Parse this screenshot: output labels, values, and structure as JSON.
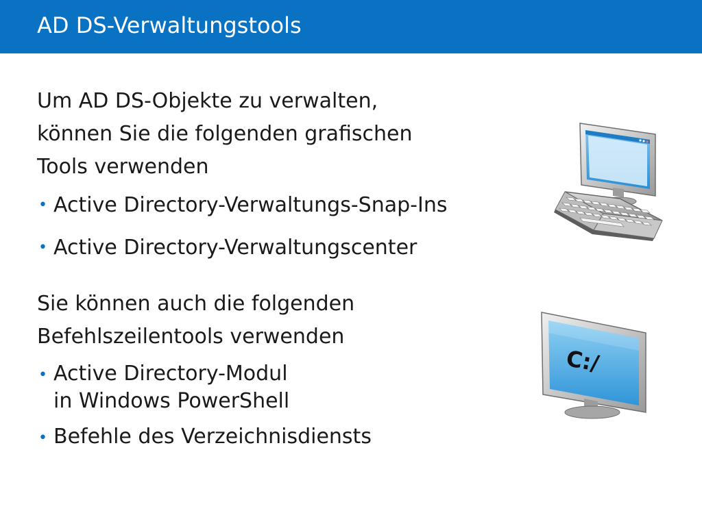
{
  "slide": {
    "title": "AD DS-Verwaltungstools",
    "section1": {
      "heading_lines": [
        "Um AD DS-Objekte zu verwalten,",
        "können Sie die folgenden grafischen",
        "Tools verwenden"
      ],
      "bullets": [
        "Active Directory-Verwaltungs-Snap-Ins",
        "Active Directory-Verwaltungscenter"
      ]
    },
    "section2": {
      "heading_lines": [
        "Sie können auch die folgenden",
        "Befehlszeilentools verwenden"
      ],
      "bullets": [
        [
          "Active Directory-Modul",
          "in Windows PowerShell"
        ],
        [
          "Befehle des Verzeichnisdiensts"
        ]
      ]
    },
    "command_monitor_label": "C:/"
  },
  "colors": {
    "title_bar": "#0a72c2",
    "bullet": "#0a72c2",
    "text": "#1a1a1a"
  },
  "icons": {
    "pc": "desktop-computer-icon",
    "command_line": "command-prompt-monitor-icon"
  }
}
